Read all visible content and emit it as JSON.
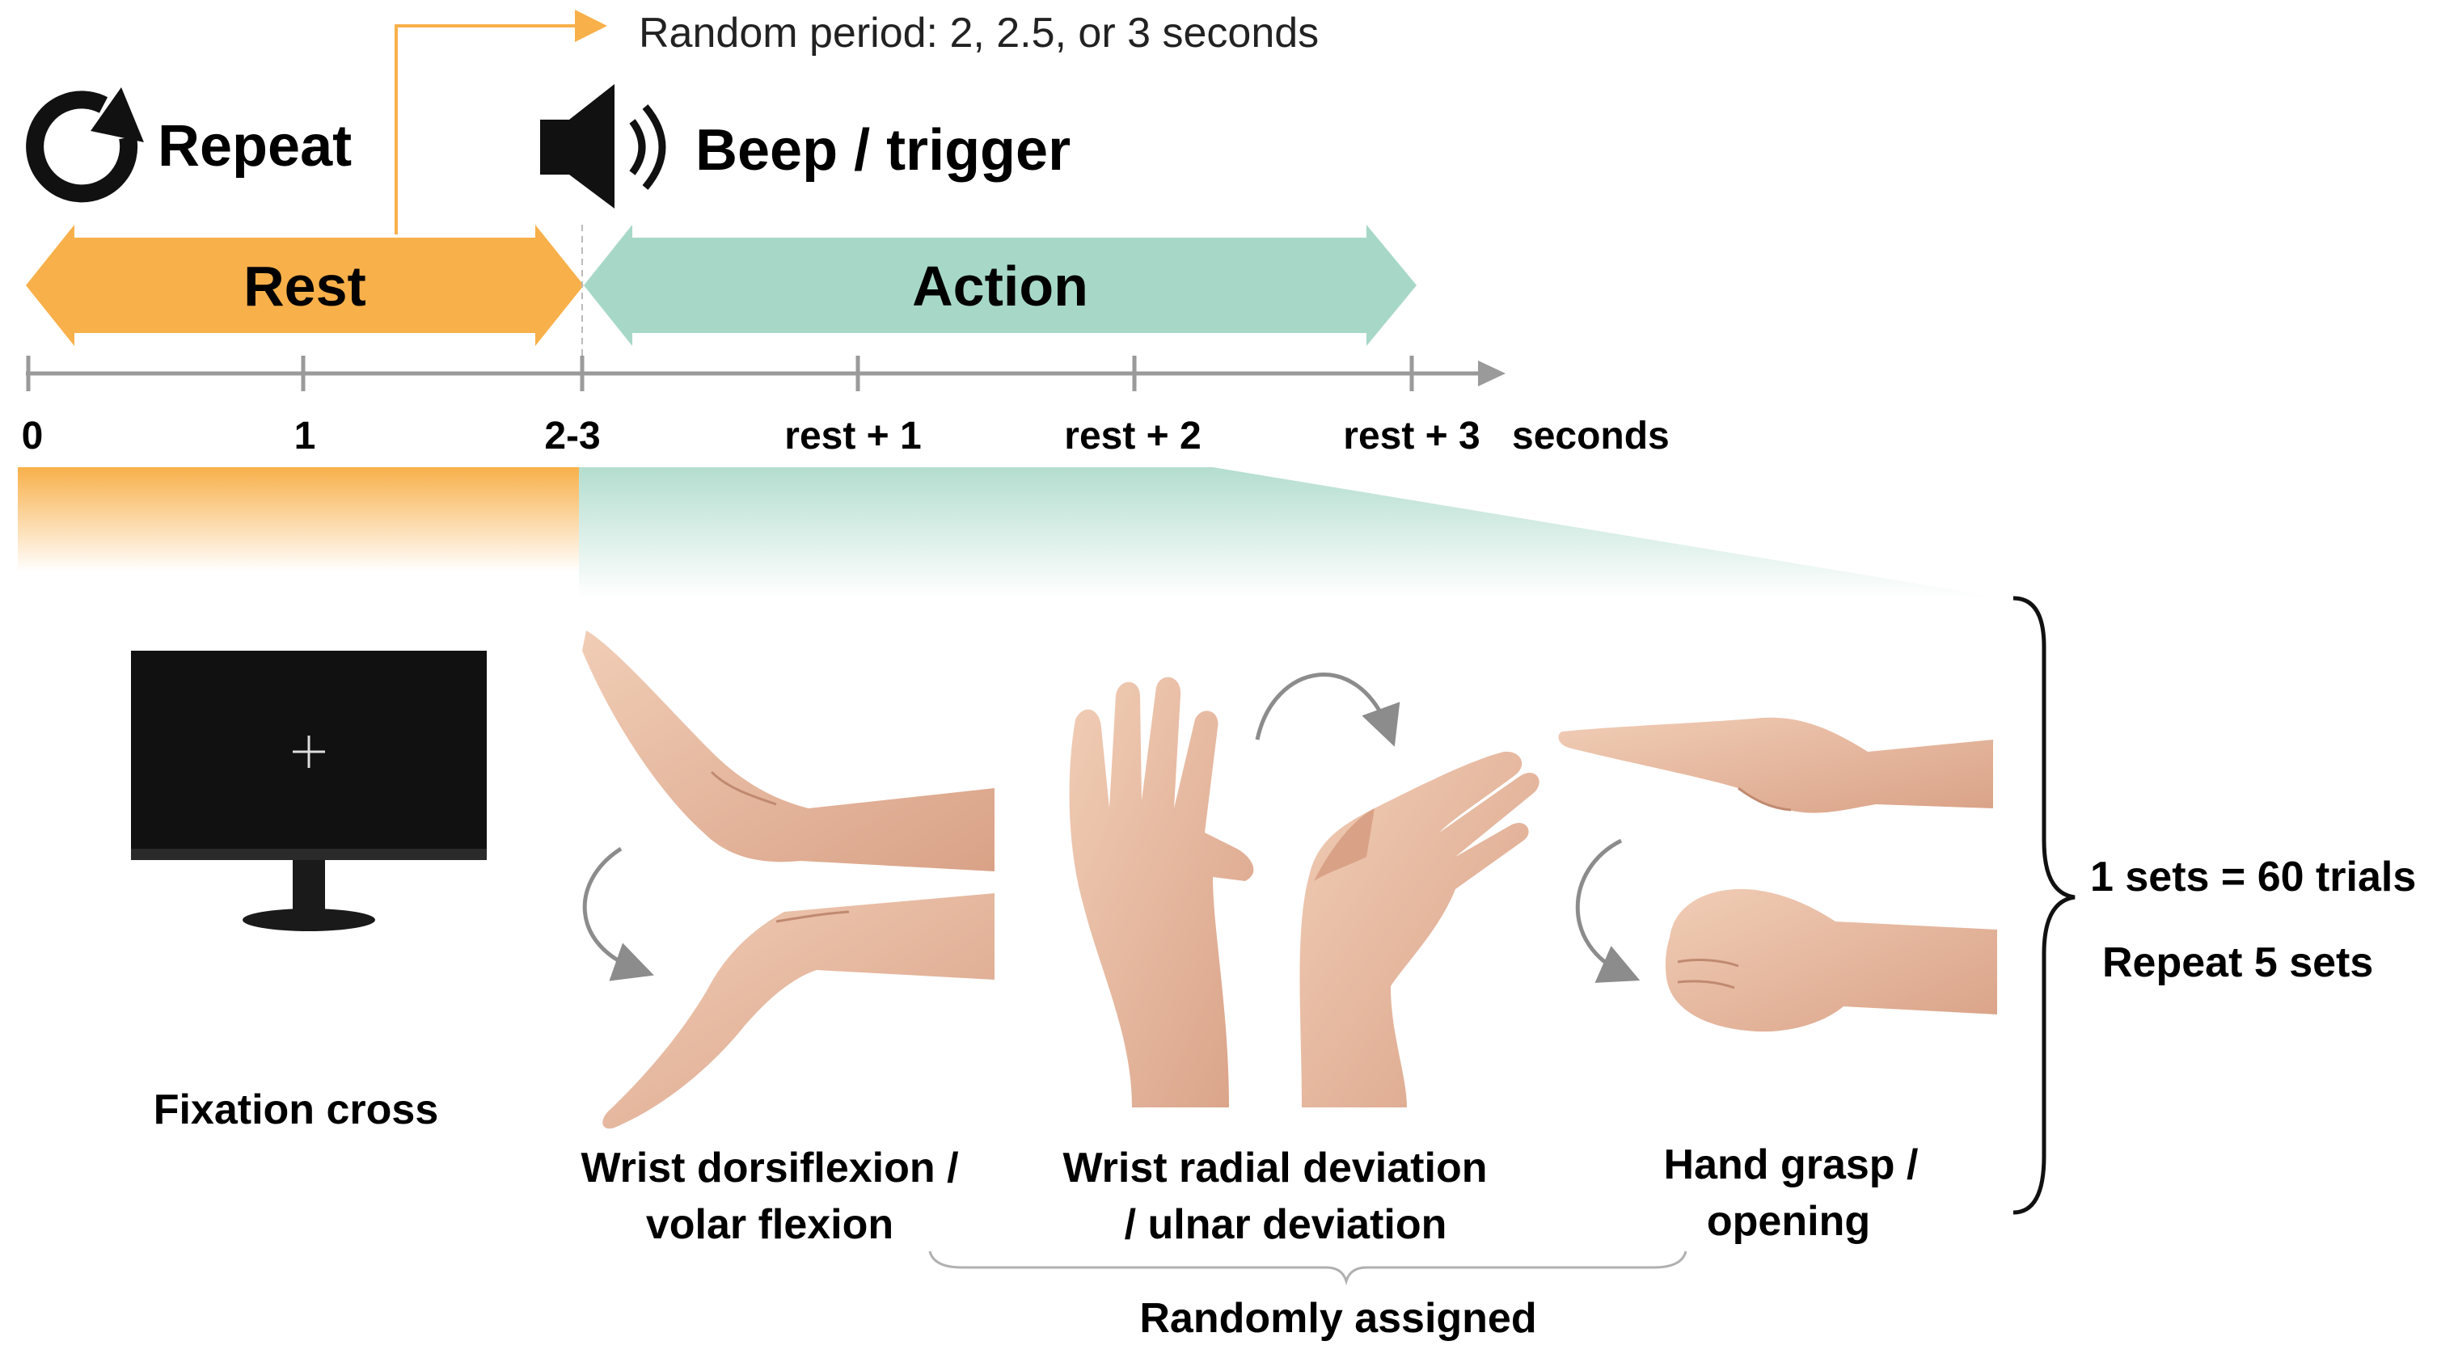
{
  "header": {
    "random_period": "Random period: 2, 2.5, or 3 seconds",
    "repeat_label": "Repeat",
    "beep_label": "Beep / trigger"
  },
  "phases": {
    "rest": "Rest",
    "action": "Action"
  },
  "timeline": {
    "ticks": [
      "0",
      "1",
      "2-3",
      "rest + 1",
      "rest + 2",
      "rest + 3"
    ],
    "unit": "seconds"
  },
  "tasks": {
    "fixation": "Fixation cross",
    "wrist_flex_line1": "Wrist dorsiflexion /",
    "wrist_flex_line2": "volar flexion",
    "wrist_dev_line1": "Wrist radial deviation",
    "wrist_dev_line2": "/ ulnar deviation",
    "grasp_line1": "Hand grasp /",
    "grasp_line2": "opening",
    "random_note": "Randomly assigned"
  },
  "sets": {
    "line1": "1 sets = 60 trials",
    "line2": "Repeat 5 sets"
  },
  "colors": {
    "rest": "#F8B04A",
    "action": "#A7D8C7",
    "axis": "#9A9A9A",
    "arrow_gray": "#8C8C8C",
    "skin": "#E7B9A0",
    "monitor": "#111111"
  }
}
